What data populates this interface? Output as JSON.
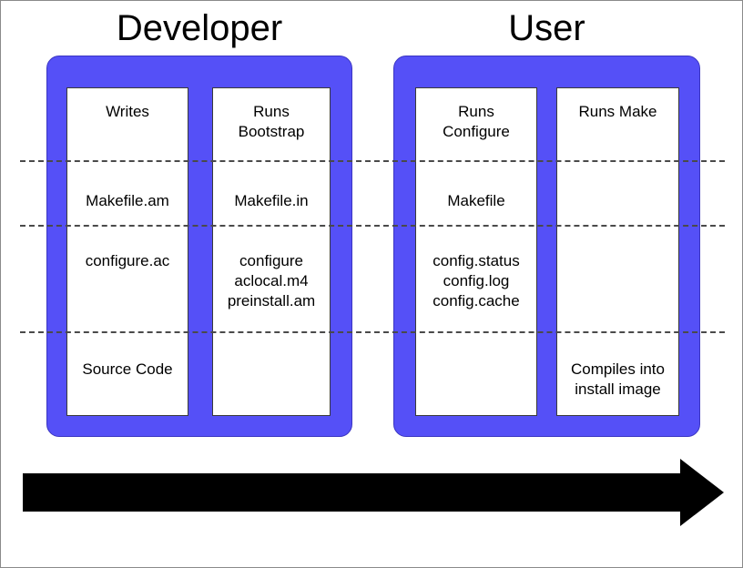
{
  "diagram": {
    "type": "flow-diagram",
    "title_visible": false,
    "accent_color": "#5550f7",
    "line_color": "#4a4a4a",
    "background": "#ffffff",
    "groups": [
      {
        "id": "developer",
        "title": "Developer",
        "columns": [
          {
            "id": "writes",
            "cells": [
              {
                "row": 1,
                "text": "Writes"
              },
              {
                "row": 2,
                "text": "Makefile.am"
              },
              {
                "row": 3,
                "text": "configure.ac"
              },
              {
                "row": 4,
                "text": "Source Code"
              }
            ]
          },
          {
            "id": "runs-bootstrap",
            "cells": [
              {
                "row": 1,
                "text": "Runs\nBootstrap"
              },
              {
                "row": 2,
                "text": "Makefile.in"
              },
              {
                "row": 3,
                "text": "configure\naclocal.m4\npreinstall.am"
              },
              {
                "row": 4,
                "text": ""
              }
            ]
          }
        ]
      },
      {
        "id": "user",
        "title": "User",
        "columns": [
          {
            "id": "runs-configure",
            "cells": [
              {
                "row": 1,
                "text": "Runs\nConfigure"
              },
              {
                "row": 2,
                "text": "Makefile"
              },
              {
                "row": 3,
                "text": "config.status\nconfig.log\nconfig.cache"
              },
              {
                "row": 4,
                "text": ""
              }
            ]
          },
          {
            "id": "runs-make",
            "cells": [
              {
                "row": 1,
                "text": "Runs Make"
              },
              {
                "row": 2,
                "text": ""
              },
              {
                "row": 3,
                "text": ""
              },
              {
                "row": 4,
                "text": "Compiles into\ninstall image"
              }
            ]
          }
        ]
      }
    ],
    "separators": [
      {
        "id": "dash-line-1"
      },
      {
        "id": "dash-line-2"
      },
      {
        "id": "dash-line-3"
      }
    ],
    "arrow": {
      "id": "flow-arrow",
      "direction": "right",
      "color": "#000000",
      "label": ""
    }
  }
}
